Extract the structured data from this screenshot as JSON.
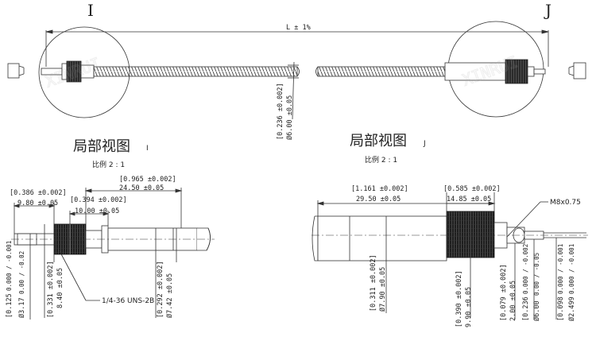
{
  "top": {
    "letter_i": "I",
    "letter_j": "J",
    "length_label": "L ± 1%",
    "cable_dim_inch": "[0.236 ±0.002]",
    "cable_dim_mm": "Ø6.00 ±0.05"
  },
  "titles": {
    "left": "局部视图",
    "left_suffix": "I",
    "left_scale": "比例  2 : 1",
    "right": "局部视图",
    "right_suffix": "J",
    "right_scale": "比例  2 : 1"
  },
  "left_detail": {
    "d_total_inch": "[0.965 ±0.002]",
    "d_total_mm": "24.50 ±0.05",
    "d_a_inch": "[0.386 ±0.002]",
    "d_a_mm": "9.80 ±0.05",
    "d_b_inch": "[0.394 ±0.002]",
    "d_b_mm": "10.00 ±0.05",
    "v1_inch": "[0.125",
    "v1_tol_inch": "0.000 / -0.001",
    "v1_mm": "Ø3.17",
    "v1_tol_mm": "0.00 / -0.02",
    "v2_inch": "[0.331 ±0.002]",
    "v2_mm": "8.40 ±0.05",
    "thread_note": "1/4-36 UNS-2B",
    "v3_inch": "[0.292 ±0.002]",
    "v3_mm": "Ø7.42 ±0.05"
  },
  "right_detail": {
    "d_total_inch": "[1.161 ±0.002]",
    "d_total_mm": "29.50 ±0.05",
    "d_nut_inch": "[0.585 ±0.002]",
    "d_nut_mm": "14.85 ±0.05",
    "thread_note": "M8x0.75",
    "v1_inch": "[0.311 ±0.002]",
    "v1_mm": "Ø7.90 ±0.05",
    "v2_inch": "[0.390 ±0.002]",
    "v2_mm": "9.90 ±0.05",
    "v3_inch": "[0.079 ±0.002]",
    "v3_mm": "2.00 ±0.05",
    "v4_inch": "[0.236",
    "v4_tol_inch": "0.000 / -0.002",
    "v4_mm": "Ø6.00",
    "v4_tol_mm": "0.00 / -0.05",
    "v5_inch": "[0.098",
    "v5_tol_inch": "0.000 / -0.001",
    "v5_mm": "Ø2.499",
    "v5_tol_mm": "0.000 / -0.001"
  }
}
